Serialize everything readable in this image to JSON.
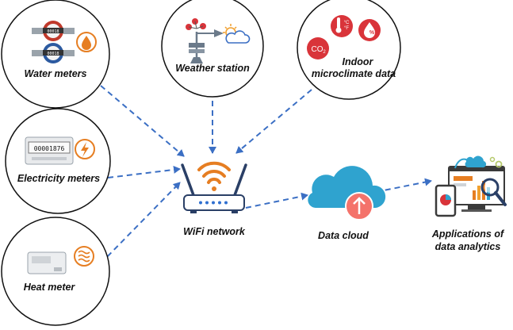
{
  "nodes": {
    "water": {
      "label": "Water meters",
      "meter1_reading": "00018",
      "meter2_reading": "00018"
    },
    "weather": {
      "label": "Weather station"
    },
    "indoor": {
      "label_line1": "Indoor",
      "label_line2": "microclimate data",
      "co2_text": "CO2",
      "temp_text": "°C\n°F",
      "humidity_text": "%"
    },
    "electricity": {
      "label": "Electricity meters",
      "reading": "00001876"
    },
    "heat": {
      "label": "Heat meter"
    },
    "wifi": {
      "label": "WiFi network"
    },
    "cloud": {
      "label": "Data cloud"
    },
    "analytics": {
      "label_line1": "Applications of",
      "label_line2": "data analytics"
    }
  },
  "colors": {
    "arrow": "#3b6fc4",
    "orange": "#e67e22",
    "red": "#d9343a",
    "cloud": "#2fa3cf",
    "circle_stroke": "#111111"
  },
  "icons": {
    "water": "water-drop-icon",
    "electricity": "lightning-bolt-icon",
    "heat": "heat-waves-icon",
    "weather": "partly-cloudy-icon",
    "upload": "upload-arrow-icon"
  }
}
